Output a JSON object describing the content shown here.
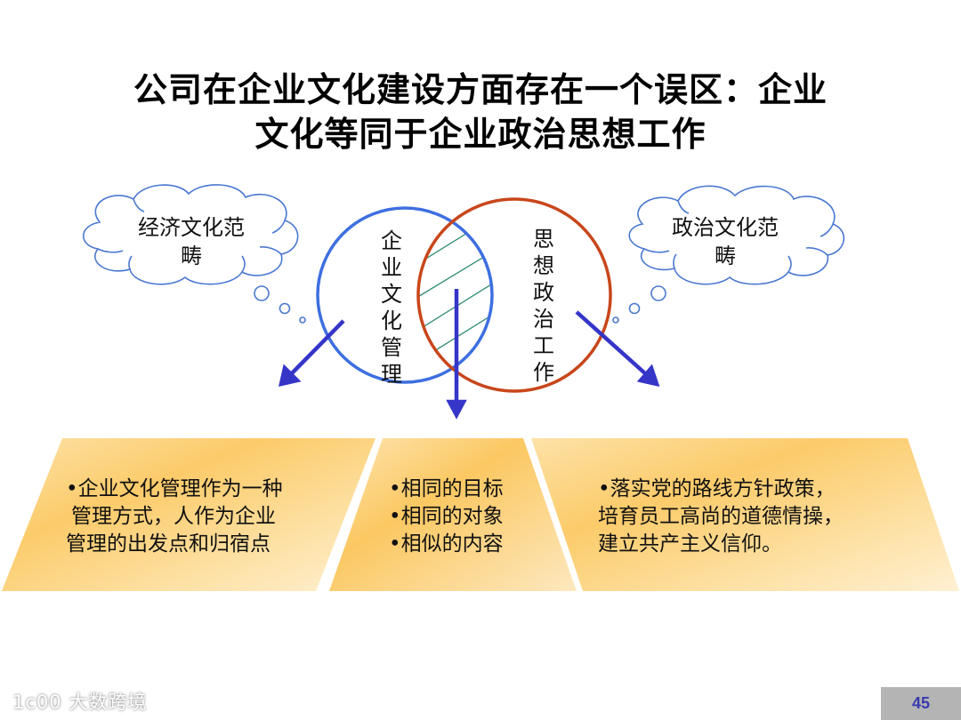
{
  "title": {
    "line1": "公司在企业文化建设方面存在一个误区：企业",
    "line2": "文化等同于企业政治思想工作"
  },
  "clouds": {
    "left": {
      "line1": "经济文化范",
      "line2": "畴"
    },
    "right": {
      "line1": "政治文化范",
      "line2": "畴"
    }
  },
  "venn": {
    "left_circle": {
      "label_chars": [
        "企",
        "业",
        "文",
        "化",
        "管",
        "理"
      ],
      "color": "#3d6fe0"
    },
    "right_circle": {
      "label_chars": [
        "思",
        "想",
        "政",
        "治",
        "工",
        "作"
      ],
      "color": "#c8461a"
    },
    "overlap_hatch_color": "#2e8a6e",
    "arrow_color": "#3535c8"
  },
  "boxes": {
    "left": {
      "lines": [
        "•企业文化管理作为一种",
        " 管理方式，人作为企业",
        "管理的出发点和归宿点"
      ]
    },
    "middle": {
      "lines": [
        "•相同的目标",
        "•相同的对象",
        "•相似的内容"
      ]
    },
    "right": {
      "lines": [
        "•落实党的路线方针政策，",
        " 培育员工高尚的道德情操，",
        " 建立共产主义信仰。"
      ]
    },
    "fill_color": "#fbc45e"
  },
  "footer": {
    "watermark": "大数跨境",
    "watermark_logo": "1c00",
    "page_number": "45"
  }
}
